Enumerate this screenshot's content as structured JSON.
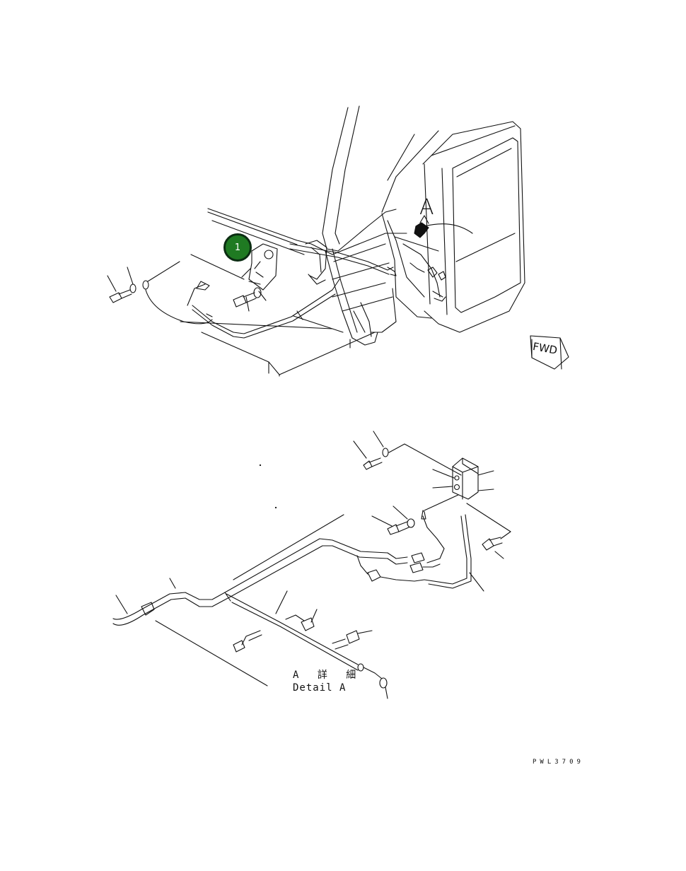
{
  "view": {
    "label": "A"
  },
  "direction_sign": {
    "label": "FWD"
  },
  "callout": {
    "number": "1",
    "fill": "#1f7a22",
    "ring": "#0b2d12"
  },
  "detail": {
    "title_jp": "A 詳 細",
    "title_en": "Detail A"
  },
  "drawing_number": "PWL3709",
  "line_color": "#111111"
}
